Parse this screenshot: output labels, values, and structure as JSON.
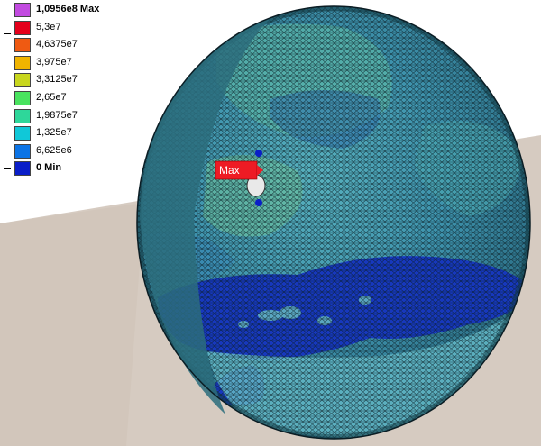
{
  "legend": {
    "items": [
      {
        "label": "1,0956e8 Max",
        "color": "#c24be0",
        "bold": true
      },
      {
        "label": "5,3e7",
        "color": "#e4001b",
        "bold": false
      },
      {
        "label": "4,6375e7",
        "color": "#ef5a12",
        "bold": false
      },
      {
        "label": "3,975e7",
        "color": "#f0b400",
        "bold": false
      },
      {
        "label": "3,3125e7",
        "color": "#c8d61e",
        "bold": false
      },
      {
        "label": "2,65e7",
        "color": "#49e35f",
        "bold": false
      },
      {
        "label": "1,9875e7",
        "color": "#2ed79a",
        "bold": false
      },
      {
        "label": "1,325e7",
        "color": "#10c8d8",
        "bold": false
      },
      {
        "label": "6,625e6",
        "color": "#0c74e6",
        "bold": false
      },
      {
        "label": "0 Min",
        "color": "#0a1ec8",
        "bold": true
      }
    ]
  },
  "probe": {
    "label": "Max",
    "color": "#ee1b24"
  },
  "colors": {
    "floor": "#d6cbc1",
    "sphere_base": "#3f95ad",
    "sphere_dark_band": "#1738bd",
    "mesh_line": "#0b1d24",
    "hot_spot": "#e9e9e9"
  },
  "icons": {
    "max_probe": "probe-flag-icon"
  }
}
